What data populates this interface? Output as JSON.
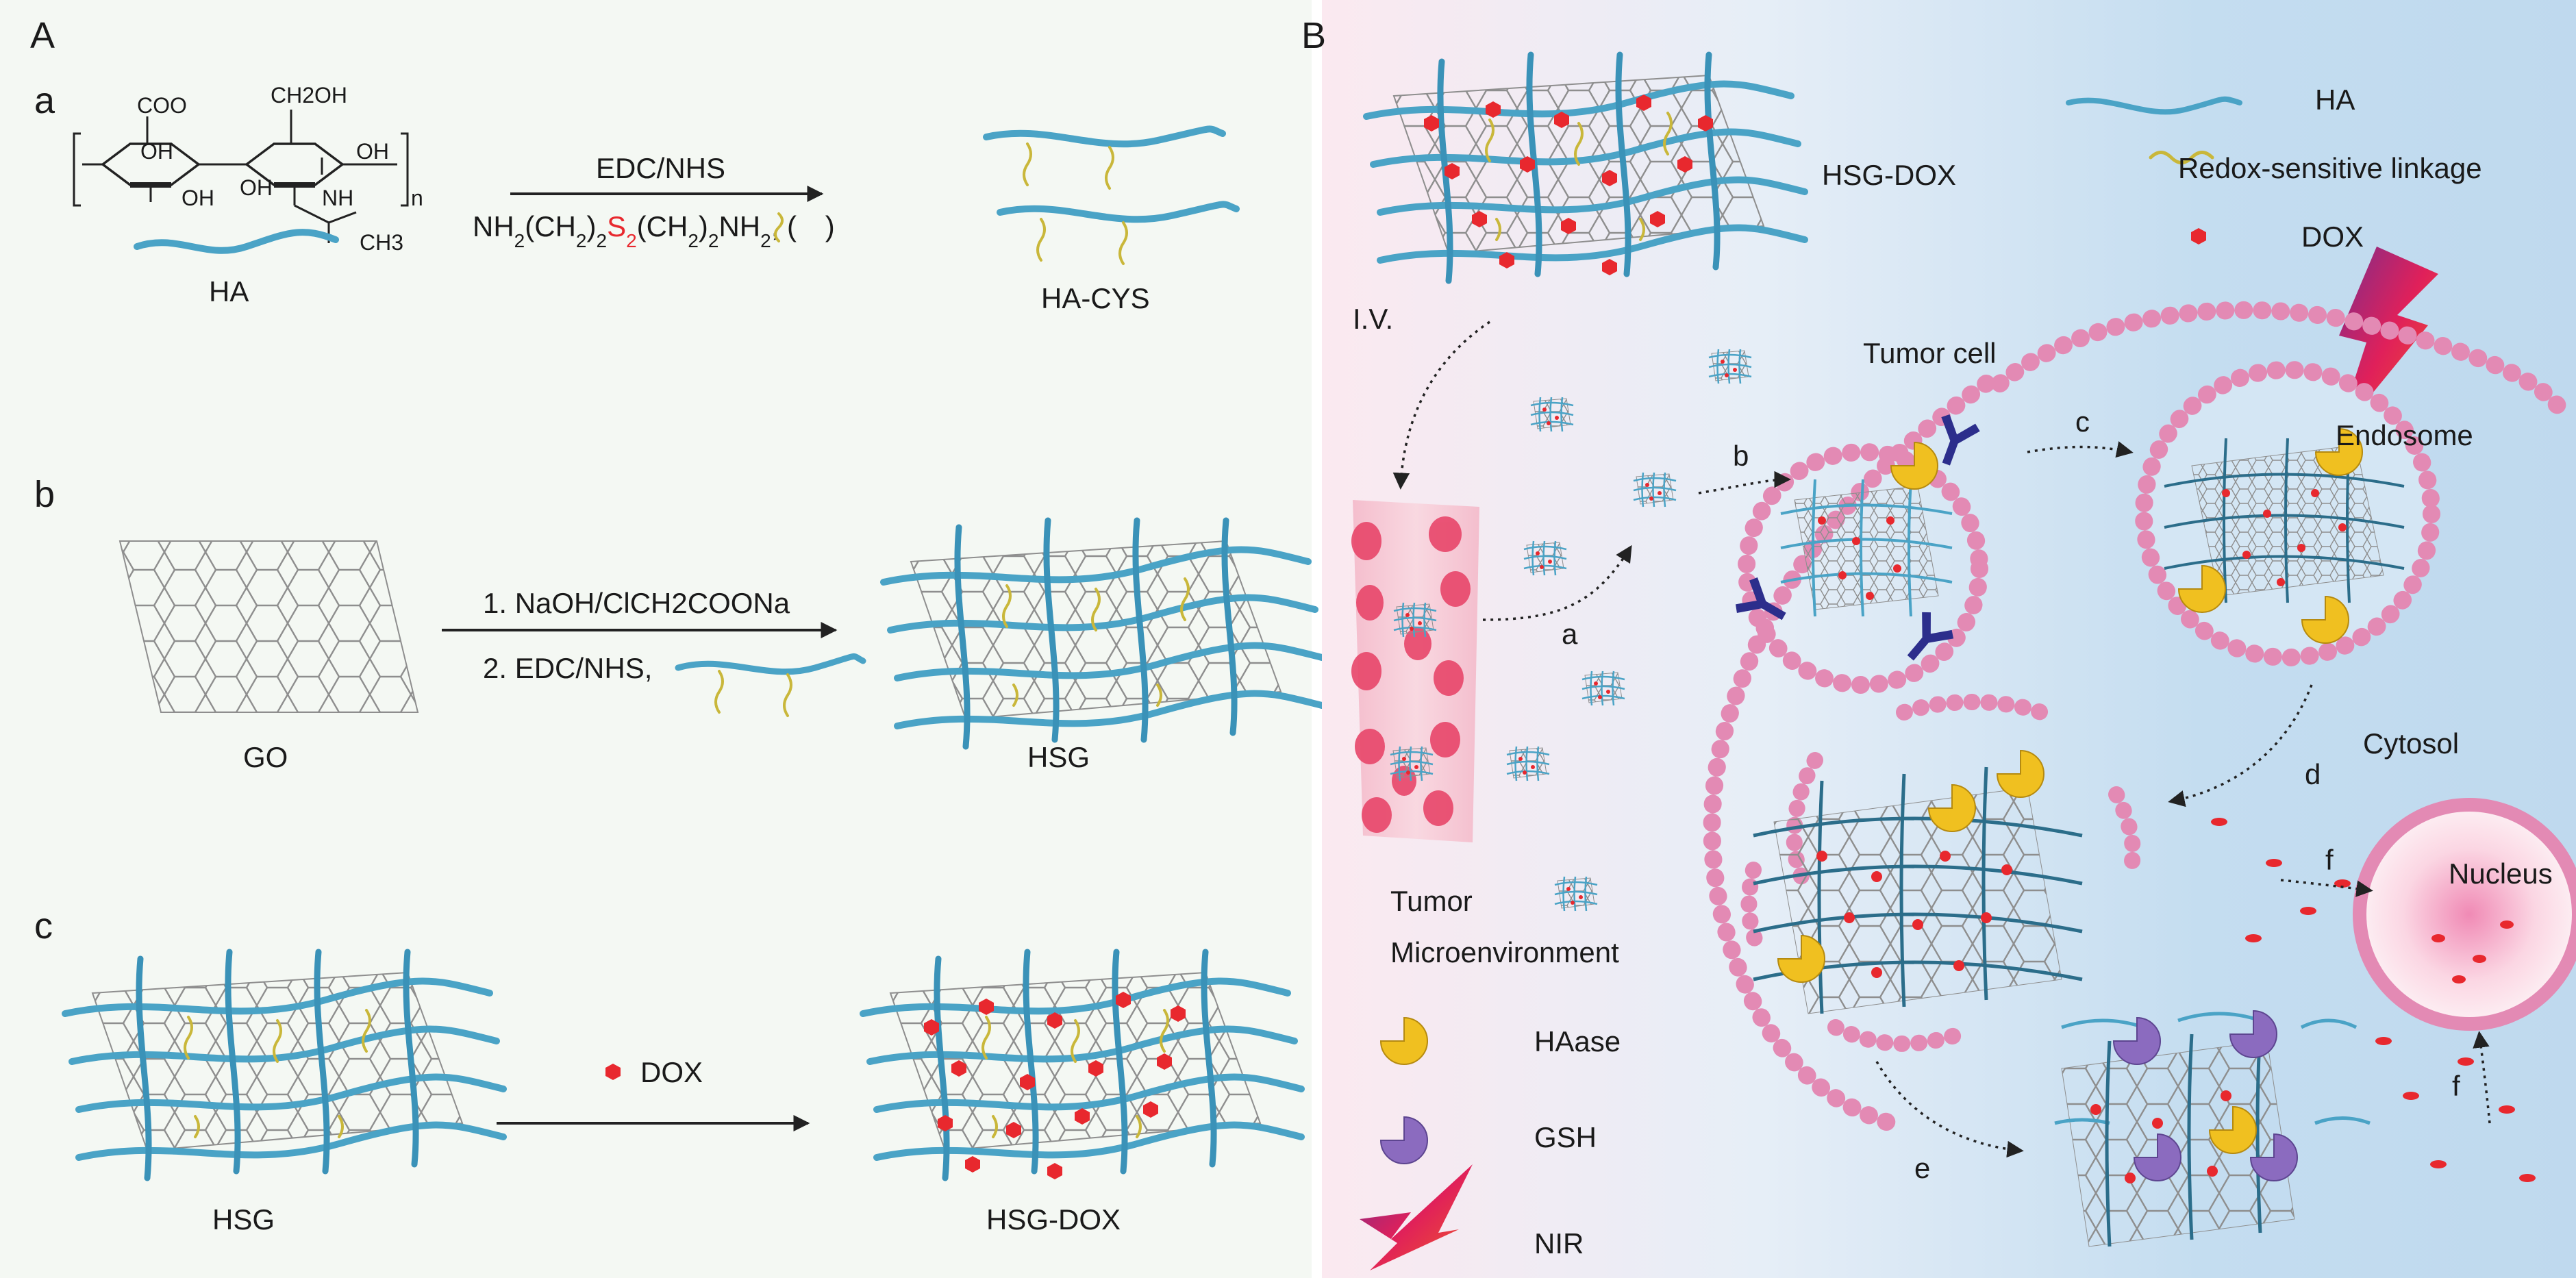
{
  "panel_a": {
    "label": "A",
    "row_a": {
      "letter": "a",
      "coo_label": "COO",
      "ch2oh_label": "CH2OH",
      "oh_labels": [
        "OH",
        "OH",
        "OH",
        "OH"
      ],
      "nh_label": "NH",
      "ch3_label": "CH3",
      "n_label": "n",
      "reagent_top": "EDC/NHS",
      "reagent_bottom_parts": [
        "NH",
        "2",
        "(CH",
        "2",
        ")",
        "2",
        "S",
        "2",
        "(CH",
        "2",
        ")",
        "2",
        "NH",
        "2",
        ", ( ",
        " )"
      ],
      "ha_caption": "HA",
      "product_caption": "HA-CYS"
    },
    "row_b": {
      "letter": "b",
      "reagent_1": "1. NaOH/ClCH2COONa",
      "reagent_2": "2. EDC/NHS,",
      "left_caption": "GO",
      "right_caption": "HSG"
    },
    "row_c": {
      "letter": "c",
      "reagent": "DOX",
      "left_caption": "HSG",
      "right_caption": "HSG-DOX"
    }
  },
  "panel_b": {
    "label": "B",
    "legend": {
      "ha": "HA",
      "linkage": "Redox-sensitive linkage",
      "dox": "DOX",
      "haase": "HAase",
      "gsh": "GSH",
      "nir": "NIR"
    },
    "labels": {
      "hsg_dox": "HSG-DOX",
      "iv": "I.V.",
      "tumor_cell": "Tumor cell",
      "endosome": "Endosome",
      "cytosol": "Cytosol",
      "nucleus": "Nucleus",
      "tumor_micro_1": "Tumor",
      "tumor_micro_2": "Microenvironment"
    },
    "steps": [
      "a",
      "b",
      "c",
      "d",
      "e",
      "f",
      "f"
    ]
  },
  "colors": {
    "ha_strand": "#4aa3c6",
    "linkage": "#c9b73a",
    "dox": "#e8282e",
    "membrane": "#e38ab4",
    "haase": "#f0c020",
    "gsh": "#8b6bbf",
    "receptor": "#2c2e8c",
    "bg_blue": "#cfe4f3"
  }
}
